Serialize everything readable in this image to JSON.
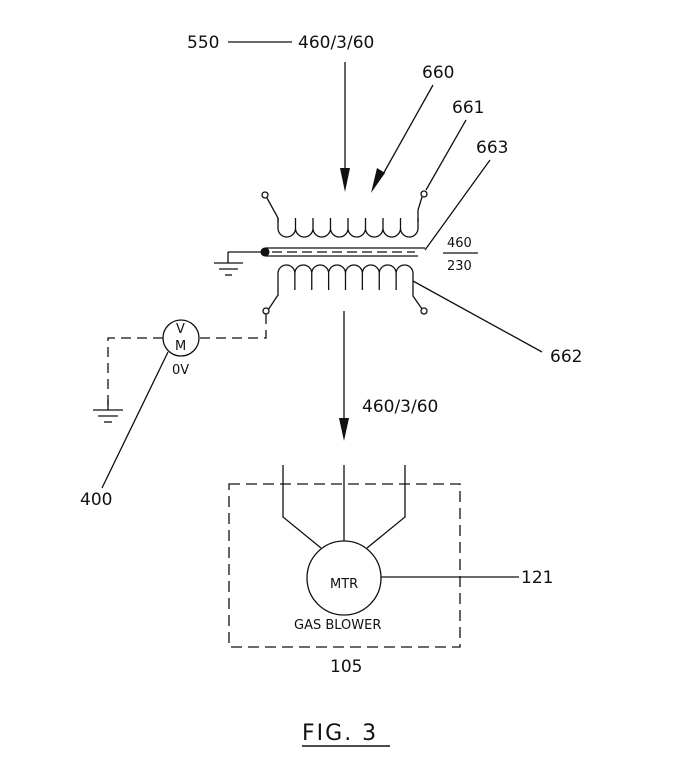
{
  "figure": {
    "caption": "FIG. 3",
    "colors": {
      "ink": "#111111",
      "background": "#ffffff"
    }
  },
  "supply": {
    "ref": "550",
    "rating": "460/3/60"
  },
  "transformer": {
    "ref_primary_arrow": "660",
    "ref_primary": "661",
    "ref_core": "663",
    "ref_secondary": "662",
    "ratio_top": "460",
    "ratio_bottom": "230",
    "primary_loops": 8,
    "secondary_loops": 8
  },
  "output": {
    "rating": "460/3/60"
  },
  "voltmeter": {
    "ref": "400",
    "symbol_top": "V",
    "symbol_bottom": "M",
    "reading": "0V"
  },
  "blower": {
    "ref": "105",
    "motor_ref": "121",
    "motor_label": "MTR",
    "caption": "GAS BLOWER"
  }
}
